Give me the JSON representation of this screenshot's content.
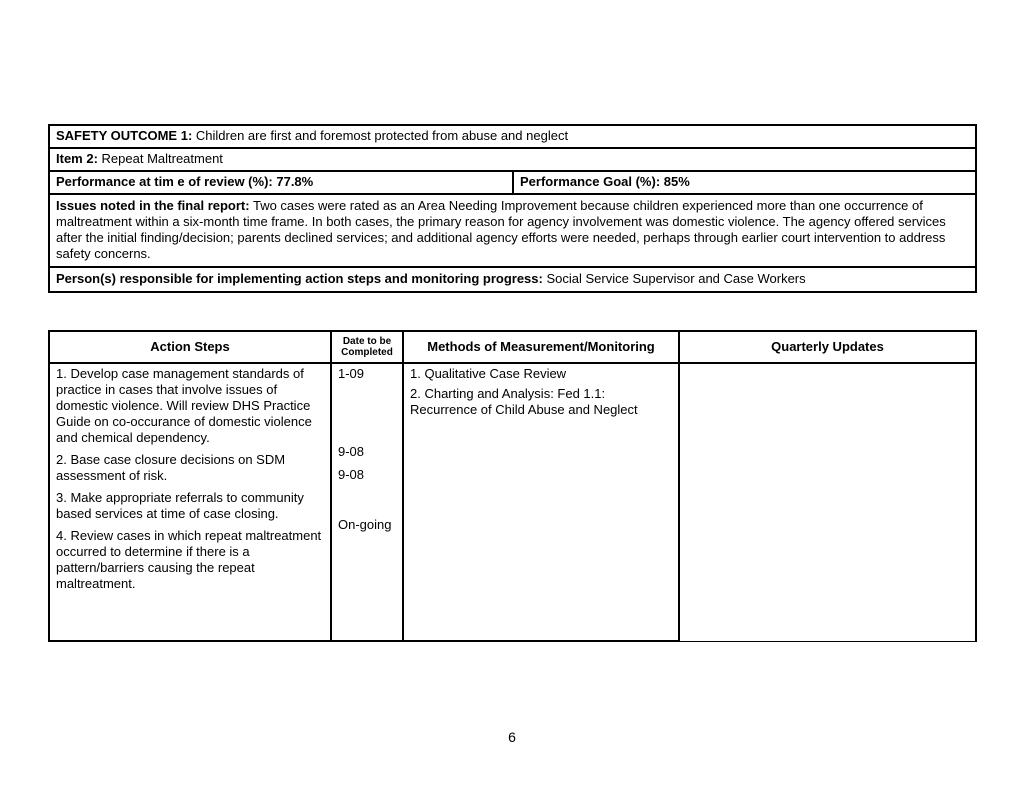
{
  "summary": {
    "outcome_label": "SAFETY OUTCOME 1:",
    "outcome_text": "Children are first and foremost protected from abuse and neglect",
    "item_label": "Item 2:",
    "item_text": "Repeat Maltreatment",
    "performance_label": "Performance at tim e of review (%):",
    "performance_value": "77.8%",
    "goal_label": "Performance Goal (%):",
    "goal_value": "85%",
    "issues_label": "Issues noted in the final report:",
    "issues_text": "Two cases were rated as an Area Needing Improvement because children experienced more than one occurrence of maltreatment within a six-month time frame. In both cases, the primary reason for agency involvement was domestic violence. The agency offered services after the initial finding/decision; parents declined services; and additional agency efforts were needed, perhaps through earlier court intervention to address safety concerns.",
    "responsible_label": "Person(s) responsible for implementing action steps and monitoring progress:",
    "responsible_text": "Social Service Supervisor and Case Workers"
  },
  "action_table": {
    "headers": {
      "action_steps": "Action Steps",
      "date_line1": "Date to be",
      "date_line2": "Completed",
      "methods": "Methods of Measurement/Monitoring",
      "updates": "Quarterly Updates"
    },
    "steps": [
      "1.  Develop case management standards of practice in cases that involve issues of domestic violence. Will review DHS Practice Guide on co-occurance of domestic violence and chemical dependency.",
      "2.  Base case closure decisions on SDM assessment of risk.",
      "3.  Make appropriate referrals to community based services at time of case closing.",
      "4.  Review cases in which repeat maltreatment occurred to determine if there is a pattern/barriers causing the repeat maltreatment."
    ],
    "dates": [
      "1-09",
      "9-08",
      "9-08",
      "On-going"
    ],
    "methods": [
      "1.  Qualitative Case Review",
      "2.  Charting and Analysis: Fed 1.1: Recurrence of Child Abuse and Neglect"
    ],
    "updates": ""
  },
  "page_number": "6"
}
